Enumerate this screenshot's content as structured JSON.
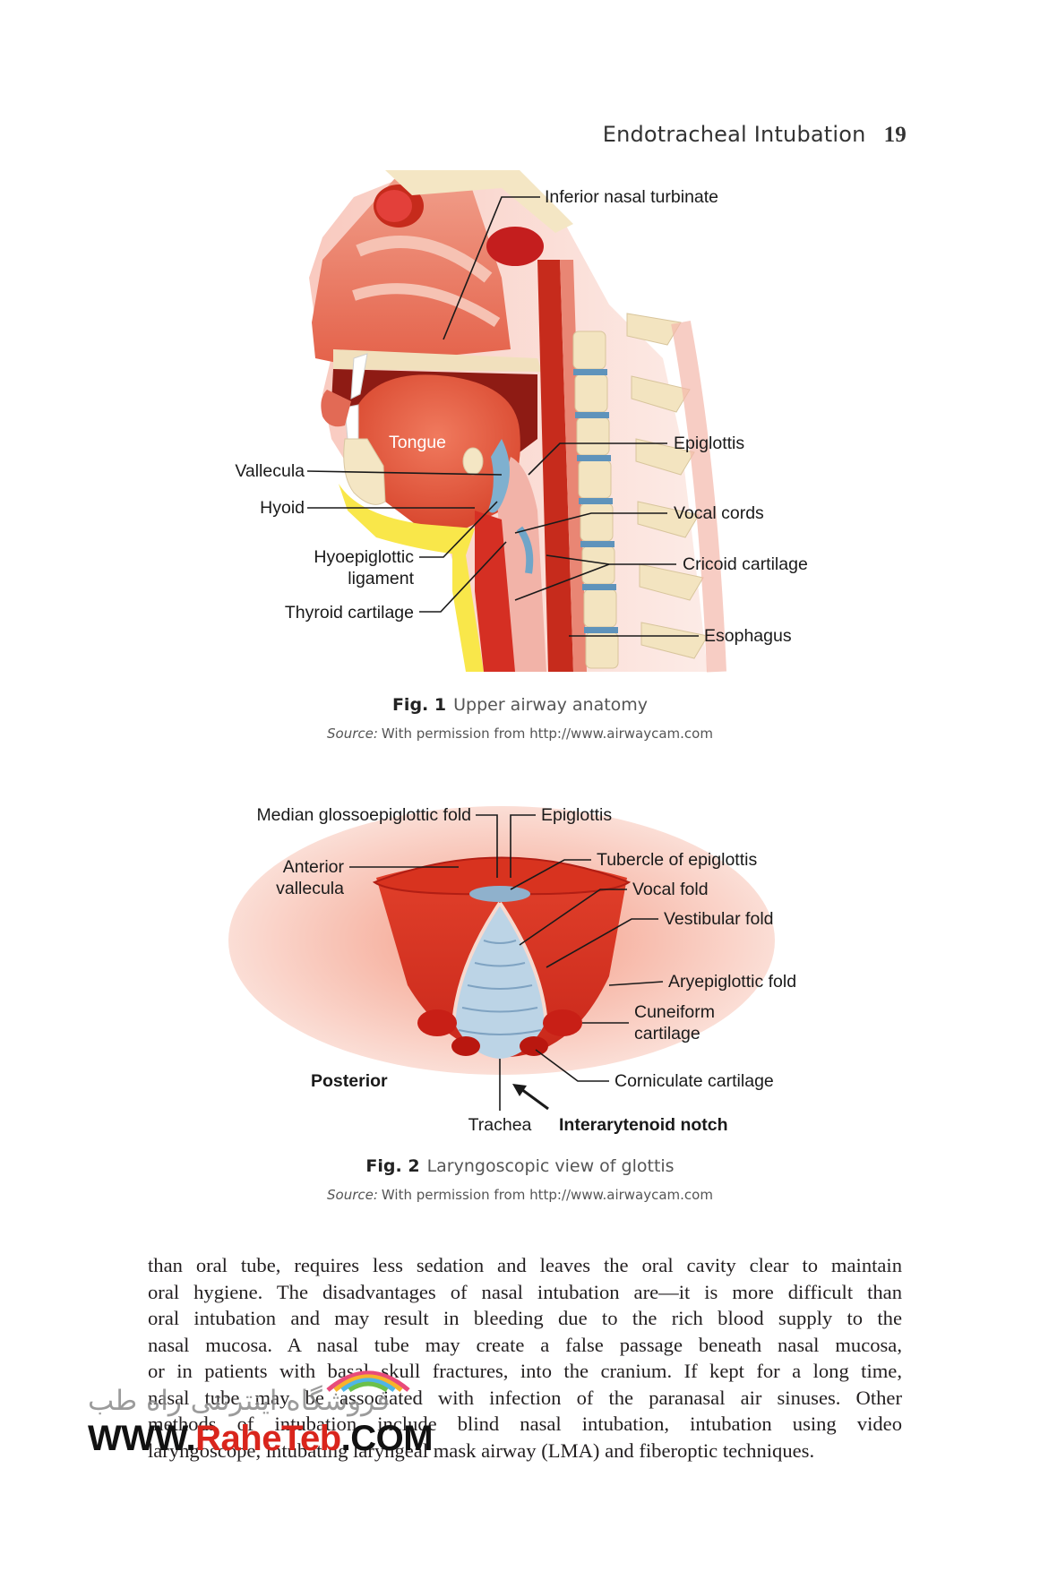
{
  "header": {
    "title": "Endotracheal Intubation",
    "page_number": "19"
  },
  "figure1": {
    "labels": {
      "inferior_nasal_turbinate": "Inferior nasal turbinate",
      "tongue": "Tongue",
      "vallecula": "Vallecula",
      "hyoid": "Hyoid",
      "hyoepiglottic_1": "Hyoepiglottic",
      "hyoepiglottic_2": "ligament",
      "thyroid_cartilage": "Thyroid cartilage",
      "epiglottis": "Epiglottis",
      "vocal_cords": "Vocal cords",
      "cricoid_cartilage": "Cricoid cartilage",
      "esophagus": "Esophagus"
    },
    "caption_num": "Fig. 1",
    "caption_text": "Upper airway anatomy",
    "source_label": "Source:",
    "source_text": "With permission from http://www.airwaycam.com"
  },
  "figure2": {
    "labels": {
      "median_glossoepiglottic_fold": "Median glossoepiglottic fold",
      "epiglottis": "Epiglottis",
      "tubercle_of_epiglottis": "Tubercle of epiglottis",
      "anterior": "Anterior",
      "vallecula": "vallecula",
      "vocal_fold": "Vocal fold",
      "vestibular_fold": "Vestibular fold",
      "aryepiglottic_fold": "Aryepiglottic fold",
      "cuneiform_1": "Cuneiform",
      "cuneiform_2": "cartilage",
      "posterior": "Posterior",
      "corniculate_cartilage": "Corniculate cartilage",
      "trachea": "Trachea",
      "interarytenoid_notch": "Interarytenoid notch"
    },
    "caption_num": "Fig. 2",
    "caption_text": "Laryngoscopic view of glottis",
    "source_label": "Source:",
    "source_text": "With permission from http://www.airwaycam.com"
  },
  "body": {
    "lines": [
      "than oral tube, requires less sedation and leaves the oral cavity clear to maintain",
      "oral hygiene. The disadvantages of nasal intubation are—it is more difficult than",
      "oral intubation and may result in bleeding due to the rich blood supply to the",
      "nasal mucosa. A nasal tube may create a false passage beneath nasal mucosa,",
      "or in patients with basal skull fractures, into the cranium. If kept for a long time,",
      "nasal tube may be associated with infection of the paranasal air sinuses. Other",
      "methods of intubation include blind nasal intubation, intubation using video",
      "laryngoscope, intubating laryngeal mask airway (LMA) and fiberoptic techniques."
    ]
  },
  "watermark": {
    "persian": "فروشگاه اینترنتی راه طب",
    "url_prefix": "WWW.",
    "url_mid": "RaheTeb",
    "url_suffix": ".COM"
  }
}
